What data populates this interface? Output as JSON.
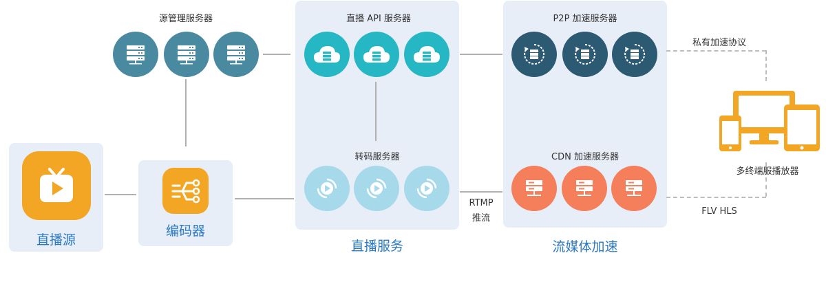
{
  "labels": {
    "origin_servers": "源管理服务器",
    "api_servers": "直播 API 服务器",
    "p2p_servers": "P2P 加速服务器",
    "private_protocol": "私有加速协议",
    "multi_player": "多终端服播放器",
    "transcode_servers": "转码服务器",
    "cdn_servers": "CDN 加速服务器",
    "rtmp_line1": "RTMP",
    "rtmp_line2": "推流",
    "flv_hls": "FLV  HLS"
  },
  "sections": {
    "source": "直播源",
    "encoder": "编码器",
    "live_service": "直播服务",
    "stream_accel": "流媒体加速"
  },
  "colors": {
    "source_origin": "#4a8aa0",
    "api": "#26b7c4",
    "p2p": "#2d5a73",
    "transcode": "#a6d9ea",
    "cdn": "#f57e5b",
    "accent_orange": "#f2a623",
    "title_blue": "#2b78c4",
    "panel": "#e8eef7"
  }
}
